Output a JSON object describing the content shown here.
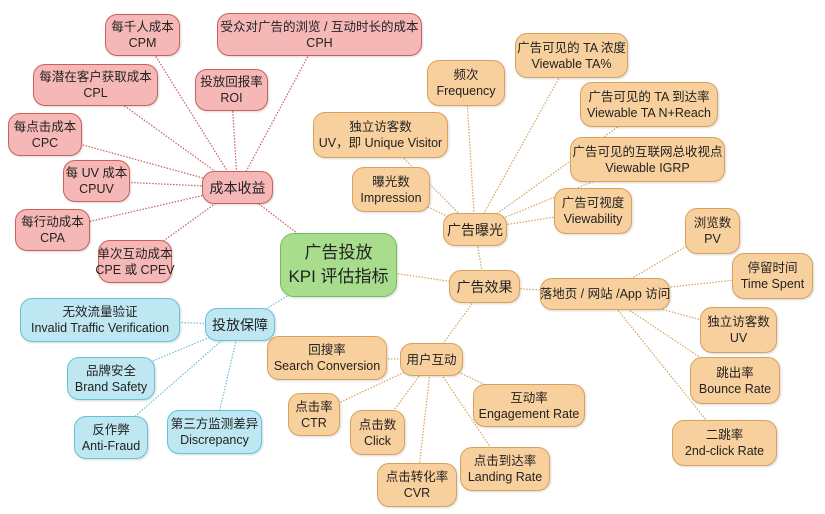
{
  "center": {
    "zh": "广告投放",
    "en": "KPI 评估指标"
  },
  "cost": {
    "hub": "成本收益",
    "cpm": {
      "zh": "每千人成本",
      "en": "CPM"
    },
    "cph": {
      "zh": "受众对广告的浏览 / 互动时长的成本",
      "en": "CPH"
    },
    "cpl": {
      "zh": "每潜在客户获取成本",
      "en": "CPL"
    },
    "roi": {
      "zh": "投放回报率",
      "en": "ROI"
    },
    "cpc": {
      "zh": "每点击成本",
      "en": "CPC"
    },
    "cpuv": {
      "zh": "每 UV 成本",
      "en": "CPUV"
    },
    "cpa": {
      "zh": "每行动成本",
      "en": "CPA"
    },
    "cpe": {
      "zh": "单次互动成本",
      "en": "CPE 或 CPEV"
    }
  },
  "exposure": {
    "hub": "广告曝光",
    "uv": {
      "zh": "独立访客数",
      "en": "UV，即 Unique Visitor"
    },
    "frequency": {
      "zh": "频次",
      "en": "Frequency"
    },
    "ta_pct": {
      "zh": "广告可见的 TA 浓度",
      "en": "Viewable TA%"
    },
    "ta_reach": {
      "zh": "广告可见的 TA 到达率",
      "en": "Viewable TA N+Reach"
    },
    "igrp": {
      "zh": "广告可见的互联网总收视点",
      "en": "Viewable IGRP"
    },
    "impression": {
      "zh": "曝光数",
      "en": "Impression"
    },
    "viewability": {
      "zh": "广告可视度",
      "en": "Viewability"
    }
  },
  "effect": {
    "hub": "广告效果",
    "landing": {
      "hub": "落地页 / 网站 /App 访问",
      "pv": {
        "zh": "浏览数",
        "en": "PV"
      },
      "time": {
        "zh": "停留时间",
        "en": "Time Spent"
      },
      "uv": {
        "zh": "独立访客数",
        "en": "UV"
      },
      "bounce": {
        "zh": "跳出率",
        "en": "Bounce Rate"
      },
      "second": {
        "zh": "二跳率",
        "en": "2nd-click Rate"
      }
    },
    "interaction": {
      "hub": "用户互动",
      "search": {
        "zh": "回搜率",
        "en": "Search Conversion"
      },
      "engagement": {
        "zh": "互动率",
        "en": "Engagement Rate"
      },
      "ctr": {
        "zh": "点击率",
        "en": "CTR"
      },
      "click": {
        "zh": "点击数",
        "en": "Click"
      },
      "landing_rate": {
        "zh": "点击到达率",
        "en": "Landing Rate"
      },
      "cvr": {
        "zh": "点击转化率",
        "en": "CVR"
      }
    }
  },
  "assurance": {
    "hub": "投放保障",
    "ivt": {
      "zh": "无效流量验证",
      "en": "Invalid Traffic Verification"
    },
    "brand": {
      "zh": "品牌安全",
      "en": "Brand Safety"
    },
    "fraud": {
      "zh": "反作弊",
      "en": "Anti-Fraud"
    },
    "discrepancy": {
      "zh": "第三方监测差异",
      "en": "Discrepancy"
    }
  },
  "colors": {
    "cost": "#c9605c",
    "exposure": "#d7a35c",
    "assurance": "#66c1d6"
  }
}
